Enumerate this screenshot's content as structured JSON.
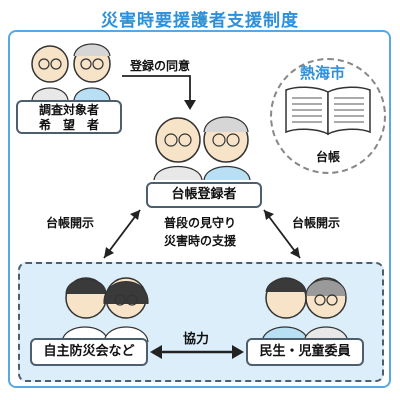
{
  "title": "災害時要援護者支援制度",
  "nodes": {
    "survey": {
      "line1": "調査対象者",
      "line2": "希　望　者"
    },
    "registered": "台帳登録者",
    "city": "熱海市",
    "ledger": "台帳",
    "community": "自主防災会など",
    "welfare": "民生・児童委員"
  },
  "edges": {
    "consent": "登録の同意",
    "disclose_left": "台帳開示",
    "disclose_right": "台帳開示",
    "support_line1": "普段の見守り",
    "support_line2": "災害時の支援",
    "cooperation": "協力"
  },
  "colors": {
    "title": "#2f8fd8",
    "frame": "#58a9e3",
    "area_fill": "#dceefa",
    "city_text": "#2f8fd8"
  }
}
